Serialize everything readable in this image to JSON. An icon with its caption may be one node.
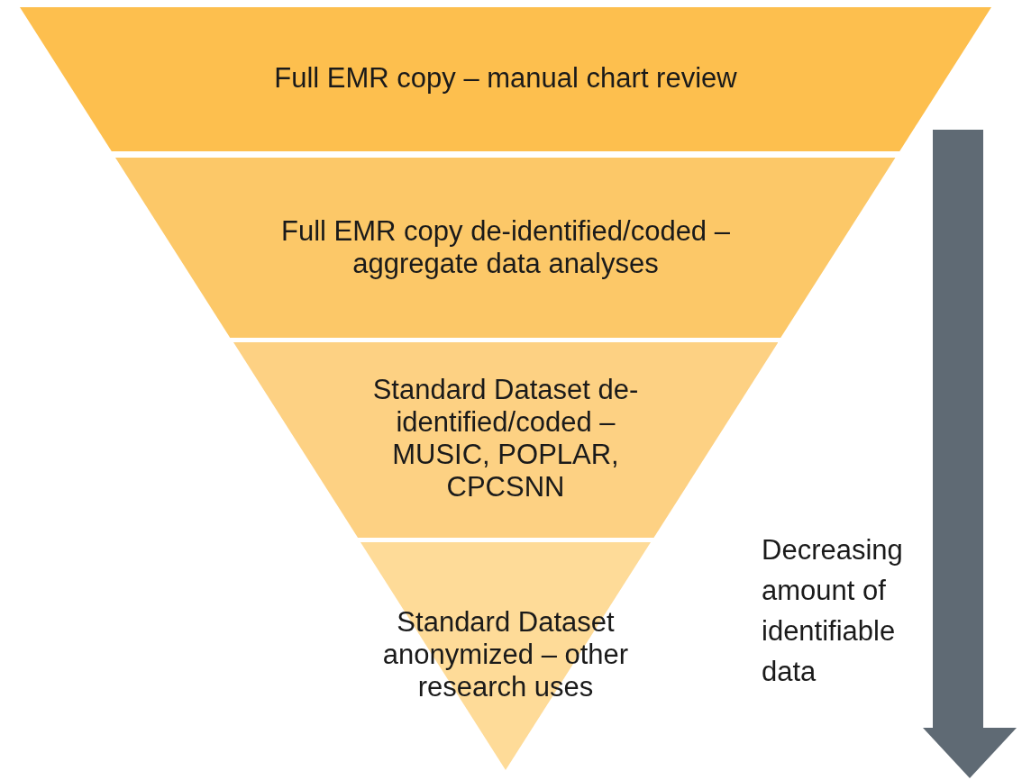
{
  "diagram": {
    "nodes": [
      {
        "text": [
          "Full EMR copy – manual chart review"
        ]
      },
      {
        "text": [
          "Full EMR copy de-identified/coded – aggregate data analyses"
        ]
      },
      {
        "text": [
          "Standard Dataset de-identified/coded – MUSIC, POPLAR, CPCSNN"
        ]
      },
      {
        "text": [
          "Standard Dataset anonymized – other research uses"
        ]
      }
    ],
    "edges": [],
    "labels": [
      "Decreasing amount of identifiable data"
    ]
  }
}
